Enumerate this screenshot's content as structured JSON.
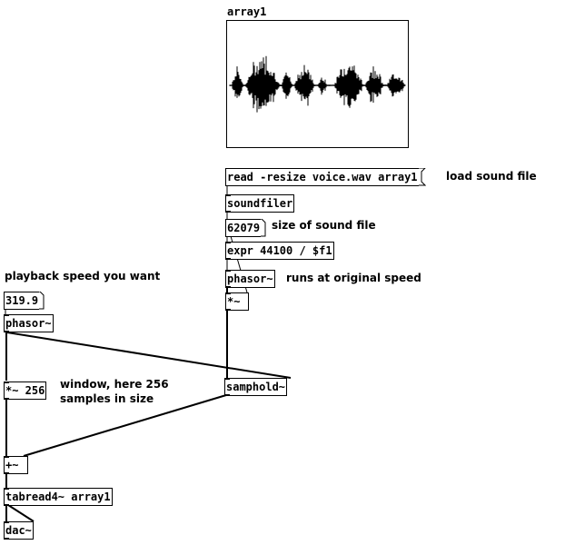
{
  "array": {
    "name": "array1"
  },
  "objects": {
    "read_msg": "read -resize voice.wav array1",
    "soundfiler": "soundfiler",
    "size_num": "62079",
    "expr": "expr 44100 / $f1",
    "phasor_right": "phasor~",
    "mult_right": "*~",
    "speed_num": "319.9",
    "phasor_left": "phasor~",
    "mult_left": "*~ 256",
    "samphold": "samphold~",
    "plus": "+~",
    "tabread": "tabread4~ array1",
    "dac": "dac~"
  },
  "comments": {
    "load": "load sound file",
    "size": "size of sound file",
    "original_speed": "runs at original speed",
    "playback": "playback speed you want",
    "window_line1": "window, here 256",
    "window_line2": "samples in size"
  }
}
